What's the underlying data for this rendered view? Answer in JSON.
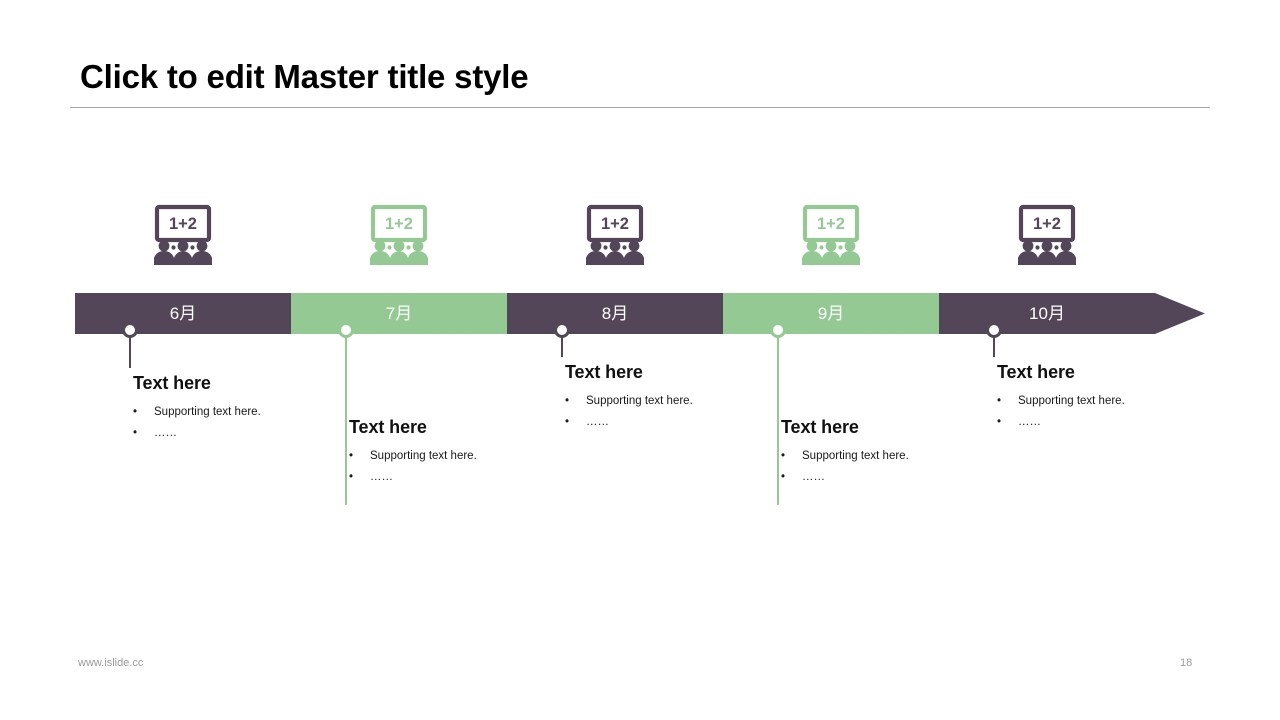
{
  "slide": {
    "title": "Click to edit Master title style",
    "page_number": "18",
    "footer_url": "www.islide.cc"
  },
  "theme": {
    "dark": "#544659",
    "green": "#94c994",
    "text_dark": "#1a1a1a",
    "footer_gray": "#9b9b9b",
    "rule_gray": "#a8a8a8",
    "white": "#ffffff"
  },
  "timeline": {
    "segments": [
      {
        "label": "6月",
        "color_key": "dark",
        "icon": "classroom-icon",
        "icon_text": "1+2"
      },
      {
        "label": "7月",
        "color_key": "green",
        "icon": "classroom-icon",
        "icon_text": "1+2"
      },
      {
        "label": "8月",
        "color_key": "dark",
        "icon": "classroom-icon",
        "icon_text": "1+2"
      },
      {
        "label": "9月",
        "color_key": "green",
        "icon": "classroom-icon",
        "icon_text": "1+2"
      },
      {
        "label": "10月",
        "color_key": "dark",
        "icon": "classroom-icon",
        "icon_text": "1+2"
      }
    ]
  },
  "blocks": [
    {
      "heading": "Text here",
      "bullets": [
        {
          "marker": "•",
          "text": "Supporting text here."
        },
        {
          "marker": "•",
          "text": "……"
        }
      ]
    },
    {
      "heading": "Text here",
      "bullets": [
        {
          "marker": "•",
          "text": "Supporting text here."
        },
        {
          "marker": "•",
          "text": "……"
        }
      ]
    },
    {
      "heading": "Text here",
      "bullets": [
        {
          "marker": "•",
          "text": "Supporting text here."
        },
        {
          "marker": "•",
          "text": "……"
        }
      ]
    },
    {
      "heading": "Text here",
      "bullets": [
        {
          "marker": "•",
          "text": "Supporting text here."
        },
        {
          "marker": "•",
          "text": "……"
        }
      ]
    },
    {
      "heading": "Text here",
      "bullets": [
        {
          "marker": "•",
          "text": "Supporting text here."
        },
        {
          "marker": "•",
          "text": "……"
        }
      ]
    }
  ]
}
